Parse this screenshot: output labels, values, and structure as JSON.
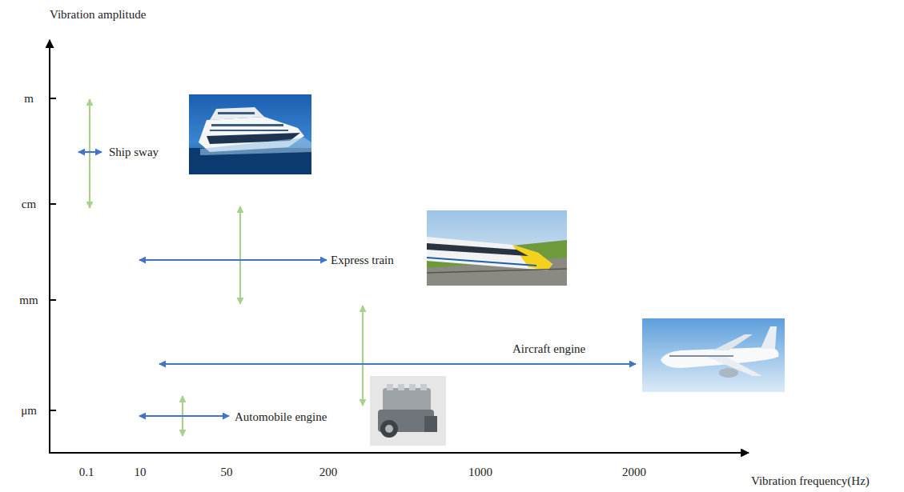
{
  "diagram": {
    "labels": [
      "Vibration amplitude",
      "m",
      "cm",
      "mm",
      "μm",
      "0.1",
      "10",
      "50",
      "200",
      "1000",
      "2000",
      "Vibration frequency(Hz)",
      "Ship sway",
      "Express train",
      "Aircraft engine",
      "Automobile engine"
    ]
  }
}
